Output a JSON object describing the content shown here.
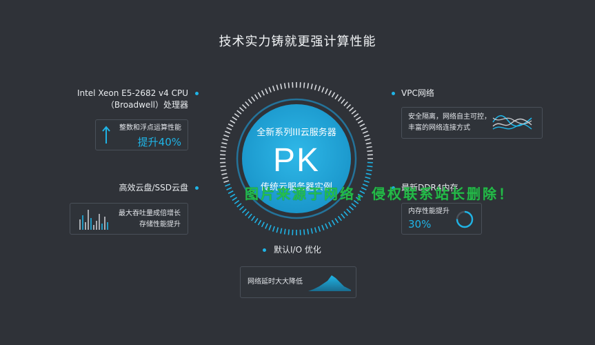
{
  "title": "技术实力铸就更强计算性能",
  "center": {
    "top_text": "全新系列III云服务器",
    "pk": "PK",
    "bottom_text": "传统云服务器实例"
  },
  "left_top": {
    "label_line1": "Intel Xeon E5-2682 v4 CPU",
    "label_line2": "（Broadwell）处理器",
    "card_text": "整数和浮点运算性能",
    "card_value": "提升40%"
  },
  "left_bottom": {
    "label": "高效云盘/SSD云盘",
    "card_line1": "最大吞吐量成倍增长",
    "card_line2": "存储性能提升"
  },
  "right_top": {
    "label": "VPC网络",
    "card_line1": "安全隔离，网络自主可控，",
    "card_line2": "丰富的网络连接方式"
  },
  "right_bottom": {
    "label": "最新DDR4内存",
    "card_text": "内存性能提升",
    "card_value": "30%"
  },
  "bottom": {
    "label": "默认I/O 优化",
    "card_text": "网络延时大大降低"
  },
  "watermark": "图片来源于网络，侵权联系站长删除！",
  "colors": {
    "background": "#2f3238",
    "accent": "#1fb4e6",
    "watermark": "#25c04a"
  }
}
